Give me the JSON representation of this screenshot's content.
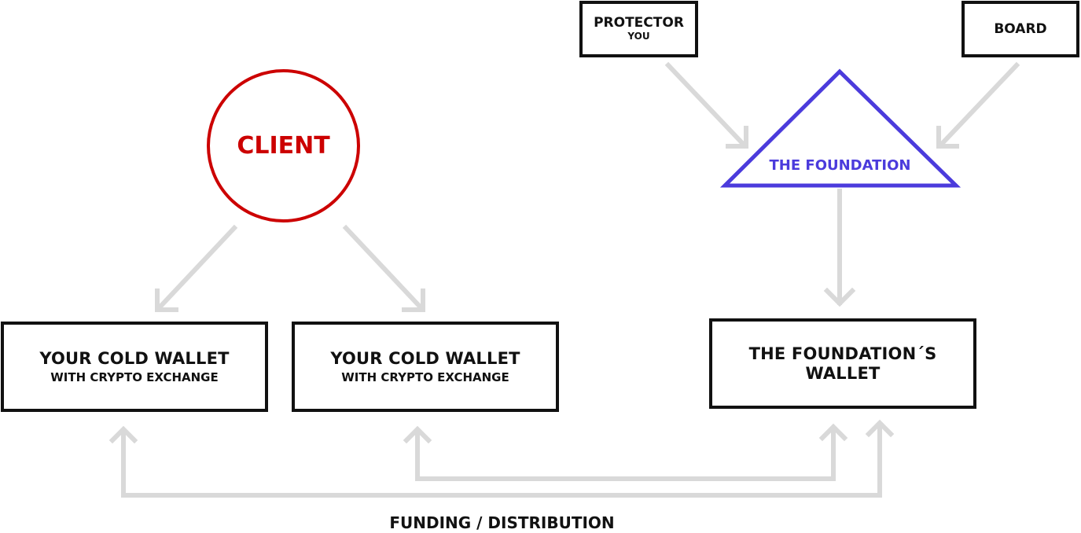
{
  "colors": {
    "client": "#cc0000",
    "foundation": "#4b3bdc",
    "arrows": "#d9d9d9",
    "box_border": "#111111"
  },
  "client": {
    "label": "CLIENT"
  },
  "protector": {
    "title": "PROTECTOR",
    "subtitle": "YOU"
  },
  "board": {
    "label": "BOARD"
  },
  "foundation": {
    "label": "THE FOUNDATION"
  },
  "wallets": [
    {
      "title": "YOUR COLD WALLET",
      "subtitle": "WITH CRYPTO EXCHANGE"
    },
    {
      "title": "YOUR COLD WALLET",
      "subtitle": "WITH CRYPTO EXCHANGE"
    }
  ],
  "foundation_wallet": {
    "line1": "THE FOUNDATION´S",
    "line2": "WALLET"
  },
  "footer": {
    "label": "FUNDING / DISTRIBUTION"
  }
}
